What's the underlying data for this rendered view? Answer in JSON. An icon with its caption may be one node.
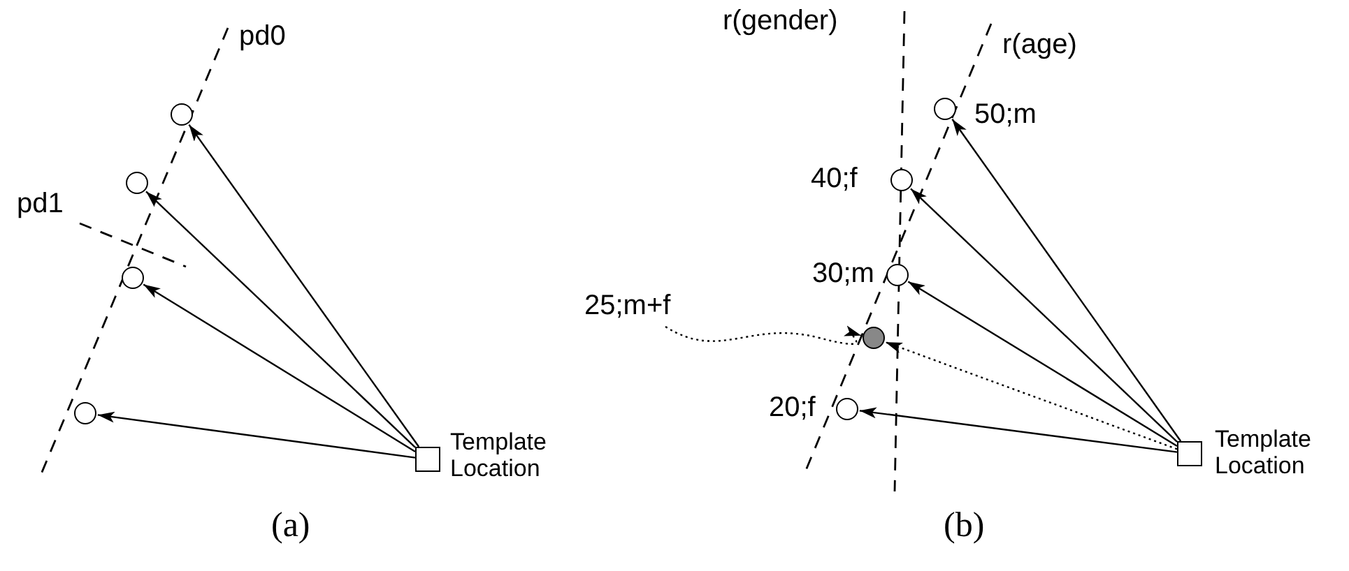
{
  "diagram": {
    "nodes": [
      {
        "text": [],
        "shape": "circle"
      },
      {
        "text": [],
        "shape": "circle"
      },
      {
        "text": [],
        "shape": "circle"
      },
      {
        "text": [],
        "shape": "circle"
      },
      {
        "text": [],
        "shape": "box",
        "beside": [
          "Template Location"
        ]
      },
      {
        "text": [],
        "shape": "circle",
        "beside": [
          "50;m"
        ]
      },
      {
        "text": [],
        "shape": "circle",
        "beside": [
          "40;f"
        ]
      },
      {
        "text": [],
        "shape": "circle",
        "beside": [
          "30;m"
        ]
      },
      {
        "text": [
          "25;m+f"
        ]
      },
      {
        "text": [],
        "shape": "circle"
      },
      {
        "text": [],
        "shape": "circle",
        "beside": [
          "20;f"
        ]
      },
      {
        "text": [],
        "shape": "box",
        "beside": [
          "Template Location"
        ]
      }
    ],
    "edges": [
      {
        "from": 4,
        "to": 0,
        "arrow": "to"
      },
      {
        "from": 4,
        "to": 1,
        "arrow": "to"
      },
      {
        "from": 4,
        "to": 2,
        "arrow": "to"
      },
      {
        "from": 4,
        "to": 3,
        "arrow": "to"
      },
      {
        "from": 11,
        "to": 5,
        "arrow": "to"
      },
      {
        "from": 11,
        "to": 6,
        "arrow": "to"
      },
      {
        "from": 11,
        "to": 7,
        "arrow": "to"
      },
      {
        "from": 11,
        "to": 9,
        "arrow": "to",
        "style": "dashed"
      },
      {
        "from": 11,
        "to": 10,
        "arrow": "to"
      },
      {
        "from": 8,
        "to": 9,
        "arrow": "to",
        "style": "dashed"
      }
    ],
    "labels": [
      "pd0",
      "pd1",
      "(a)",
      "r(gender)",
      "r(age)",
      "(b)"
    ]
  }
}
